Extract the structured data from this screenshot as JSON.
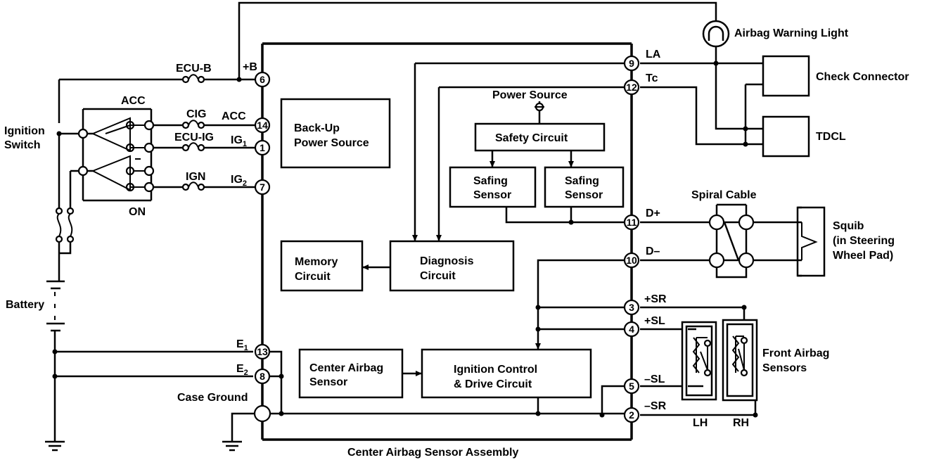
{
  "title": "Center Airbag Sensor Assembly",
  "left": {
    "ignition_switch": "Ignition\nSwitch",
    "battery": "Battery",
    "acc": "ACC",
    "on": "ON",
    "fuses": {
      "ecu_b": "ECU-B",
      "cig": "CIG",
      "ecu_ig": "ECU-IG",
      "ign": "IGN"
    },
    "case_ground": "Case Ground"
  },
  "pins": [
    {
      "num": "6",
      "label": "+B"
    },
    {
      "num": "14",
      "label": "ACC"
    },
    {
      "num": "1",
      "label": "IG",
      "sub": "1"
    },
    {
      "num": "7",
      "label": "IG",
      "sub": "2"
    },
    {
      "num": "13",
      "label": "E",
      "sub": "1"
    },
    {
      "num": "8",
      "label": "E",
      "sub": "2"
    },
    {
      "num": "9",
      "label": "LA"
    },
    {
      "num": "12",
      "label": "Tc"
    },
    {
      "num": "11",
      "label": "D+"
    },
    {
      "num": "10",
      "label": "D–"
    },
    {
      "num": "3",
      "label": "+SR"
    },
    {
      "num": "4",
      "label": "+SL"
    },
    {
      "num": "5",
      "label": "–SL"
    },
    {
      "num": "2",
      "label": "–SR"
    }
  ],
  "blocks": {
    "backup": "Back-Up\nPower Source",
    "power_source": "Power Source",
    "safety": "Safety Circuit",
    "safing1": "Safing\nSensor",
    "safing2": "Safing\nSensor",
    "memory": "Memory\nCircuit",
    "diagnosis": "Diagnosis\nCircuit",
    "center_sensor": "Center Airbag\nSensor",
    "ignition_control": "Ignition Control\n& Drive Circuit"
  },
  "right": {
    "warning_light": "Airbag Warning Light",
    "check_connector": "Check Connector",
    "tdcl": "TDCL",
    "spiral_cable": "Spiral Cable",
    "squib": "Squib\n(in Steering\nWheel Pad)",
    "front_sensors": "Front Airbag\nSensors",
    "lh": "LH",
    "rh": "RH"
  }
}
